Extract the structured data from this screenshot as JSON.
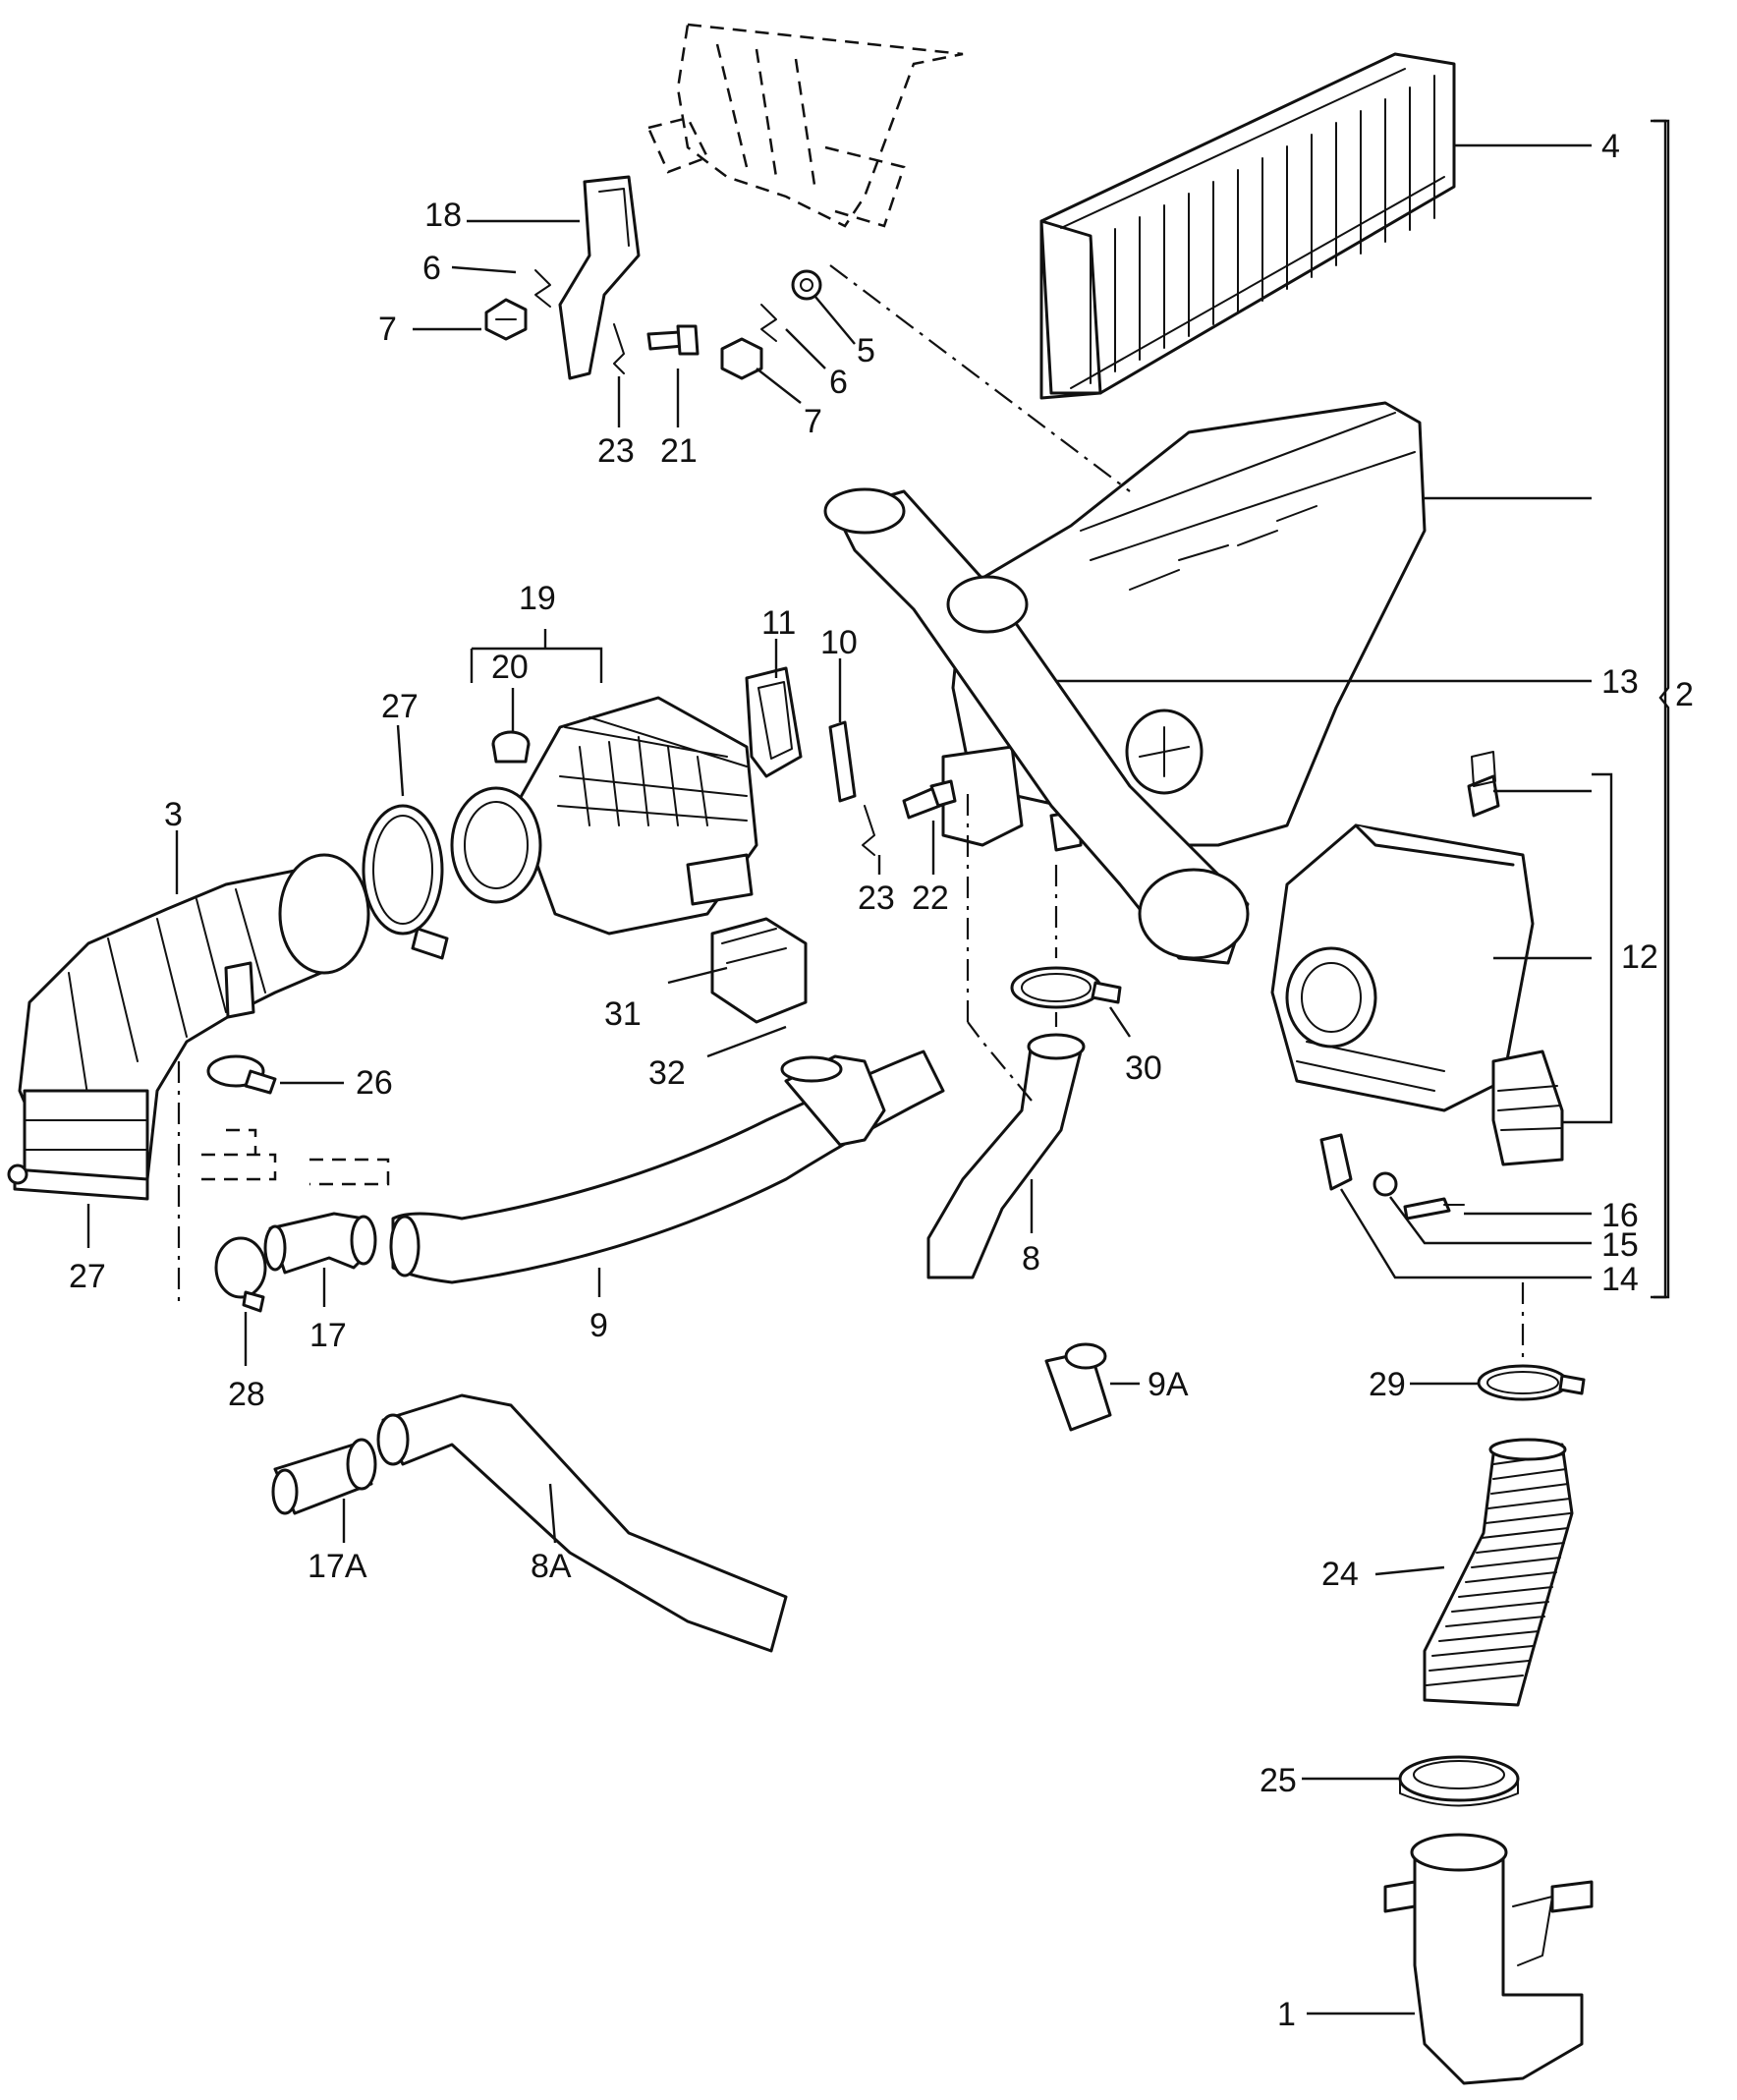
{
  "callouts": {
    "c1": "1",
    "c2": "2",
    "c3": "3",
    "c4": "4",
    "c5": "5",
    "c6a": "6",
    "c6b": "6",
    "c7a": "7",
    "c7b": "7",
    "c8": "8",
    "c8A": "8A",
    "c9": "9",
    "c9A": "9A",
    "c10": "10",
    "c11": "11",
    "c12": "12",
    "c13": "13",
    "c14": "14",
    "c15": "15",
    "c16": "16",
    "c17": "17",
    "c17A": "17A",
    "c18": "18",
    "c19": "19",
    "c20": "20",
    "c21": "21",
    "c22": "22",
    "c23a": "23",
    "c23b": "23",
    "c24": "24",
    "c25": "25",
    "c26": "26",
    "c27a": "27",
    "c27b": "27",
    "c28": "28",
    "c29": "29",
    "c30": "30",
    "c31": "31",
    "c32": "32"
  }
}
